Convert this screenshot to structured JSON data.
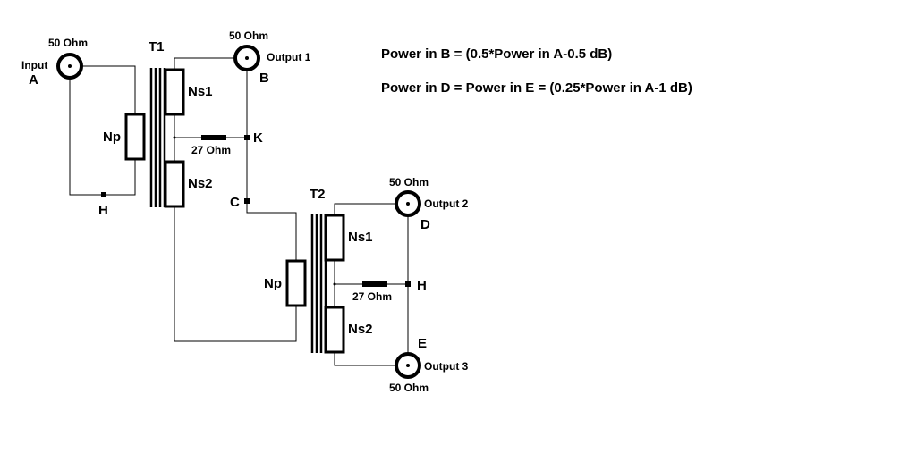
{
  "equations": {
    "line1": "Power in B = (0.5*Power in A-0.5 dB)",
    "line2": "Power in D = Power in E = (0.25*Power in A-1 dB)"
  },
  "t1": {
    "name": "T1",
    "input_port": {
      "ohm": "50 Ohm",
      "label": "Input",
      "node": "A"
    },
    "output_port": {
      "ohm": "50 Ohm",
      "label": "Output 1",
      "node": "B"
    },
    "primary": "Np",
    "secondary1": "Ns1",
    "secondary2": "Ns2",
    "resistor": "27 Ohm",
    "node_h": "H",
    "node_k": "K",
    "node_c": "C"
  },
  "t2": {
    "name": "T2",
    "output2_port": {
      "ohm": "50 Ohm",
      "label": "Output 2",
      "node": "D"
    },
    "output3_port": {
      "ohm": "50 Ohm",
      "label": "Output 3",
      "node": "E"
    },
    "primary": "Np",
    "secondary1": "Ns1",
    "secondary2": "Ns2",
    "resistor": "27 Ohm",
    "node_h": "H"
  }
}
